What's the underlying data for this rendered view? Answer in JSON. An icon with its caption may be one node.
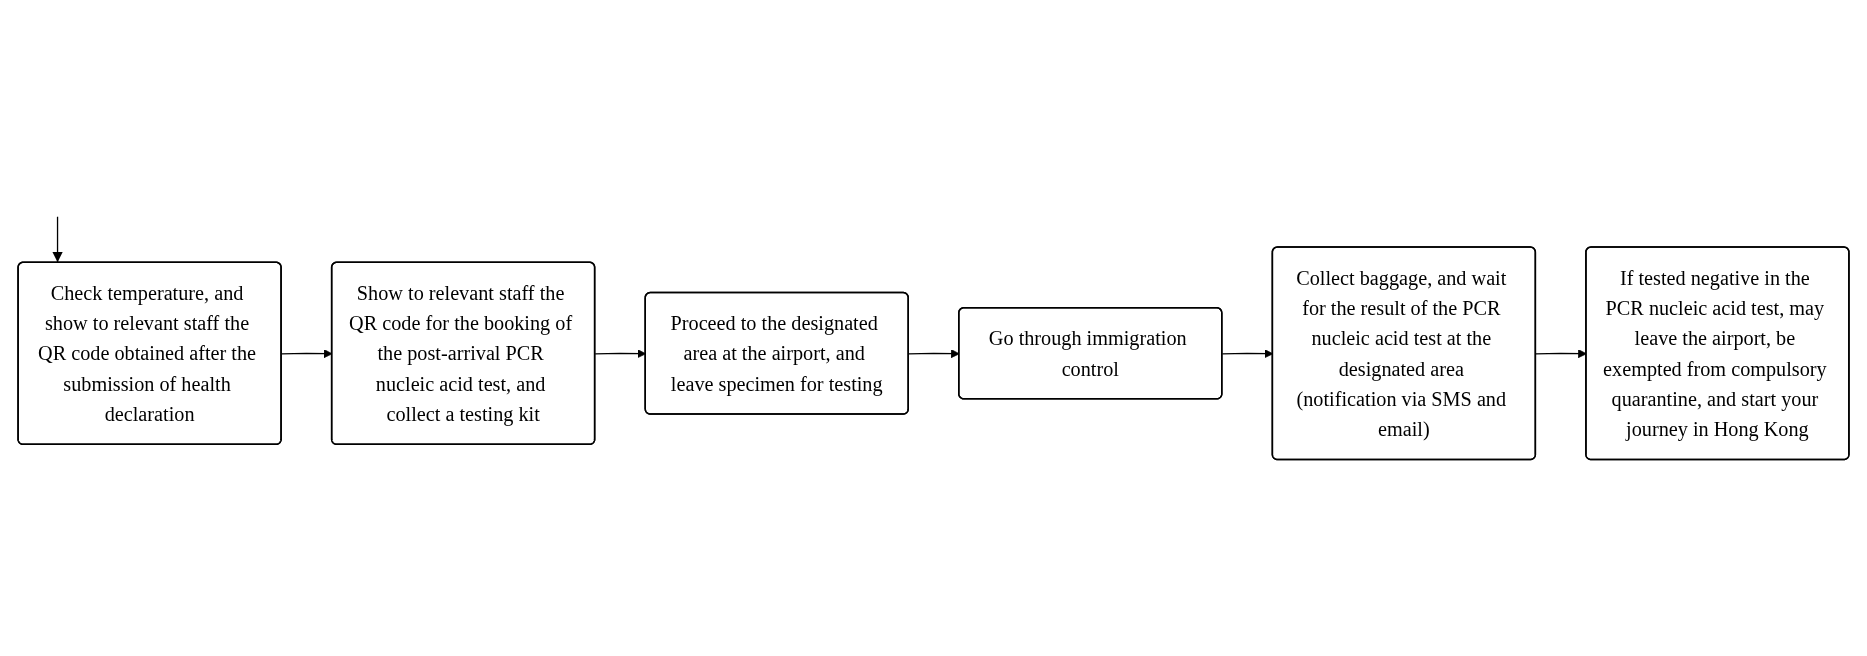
{
  "diagram": {
    "nodes": [
      {
        "text": [
          "Check temperature, and show to relevant staff the QR code obtained after the submission of health declaration"
        ]
      },
      {
        "text": [
          "Show to relevant staff the QR code for the booking of the post-arrival PCR nucleic acid test, and collect a testing kit"
        ]
      },
      {
        "text": [
          "Proceed to the designated area at the airport, and leave specimen for testing"
        ]
      },
      {
        "text": [
          "Go through immigration control"
        ]
      },
      {
        "text": [
          "If tested negative in the PCR nucleic acid test, may leave the airport, be exempted from compulsory quarantine, and start your journey in Hong Kong"
        ]
      },
      {
        "text": [
          "Collect baggage, and wait for the result of the PCR nucleic acid test at the designated area (notification via SMS and email)"
        ]
      }
    ],
    "edges": [
      {
        "from": null,
        "to": 0,
        "arrow": "to"
      },
      {
        "from": 0,
        "to": 1,
        "arrow": "to"
      },
      {
        "from": 1,
        "to": 2,
        "arrow": "to"
      },
      {
        "from": 2,
        "to": 3,
        "arrow": "to"
      },
      {
        "from": 3,
        "to": 5,
        "arrow": "to"
      },
      {
        "from": 5,
        "to": 4,
        "arrow": "to"
      }
    ]
  }
}
